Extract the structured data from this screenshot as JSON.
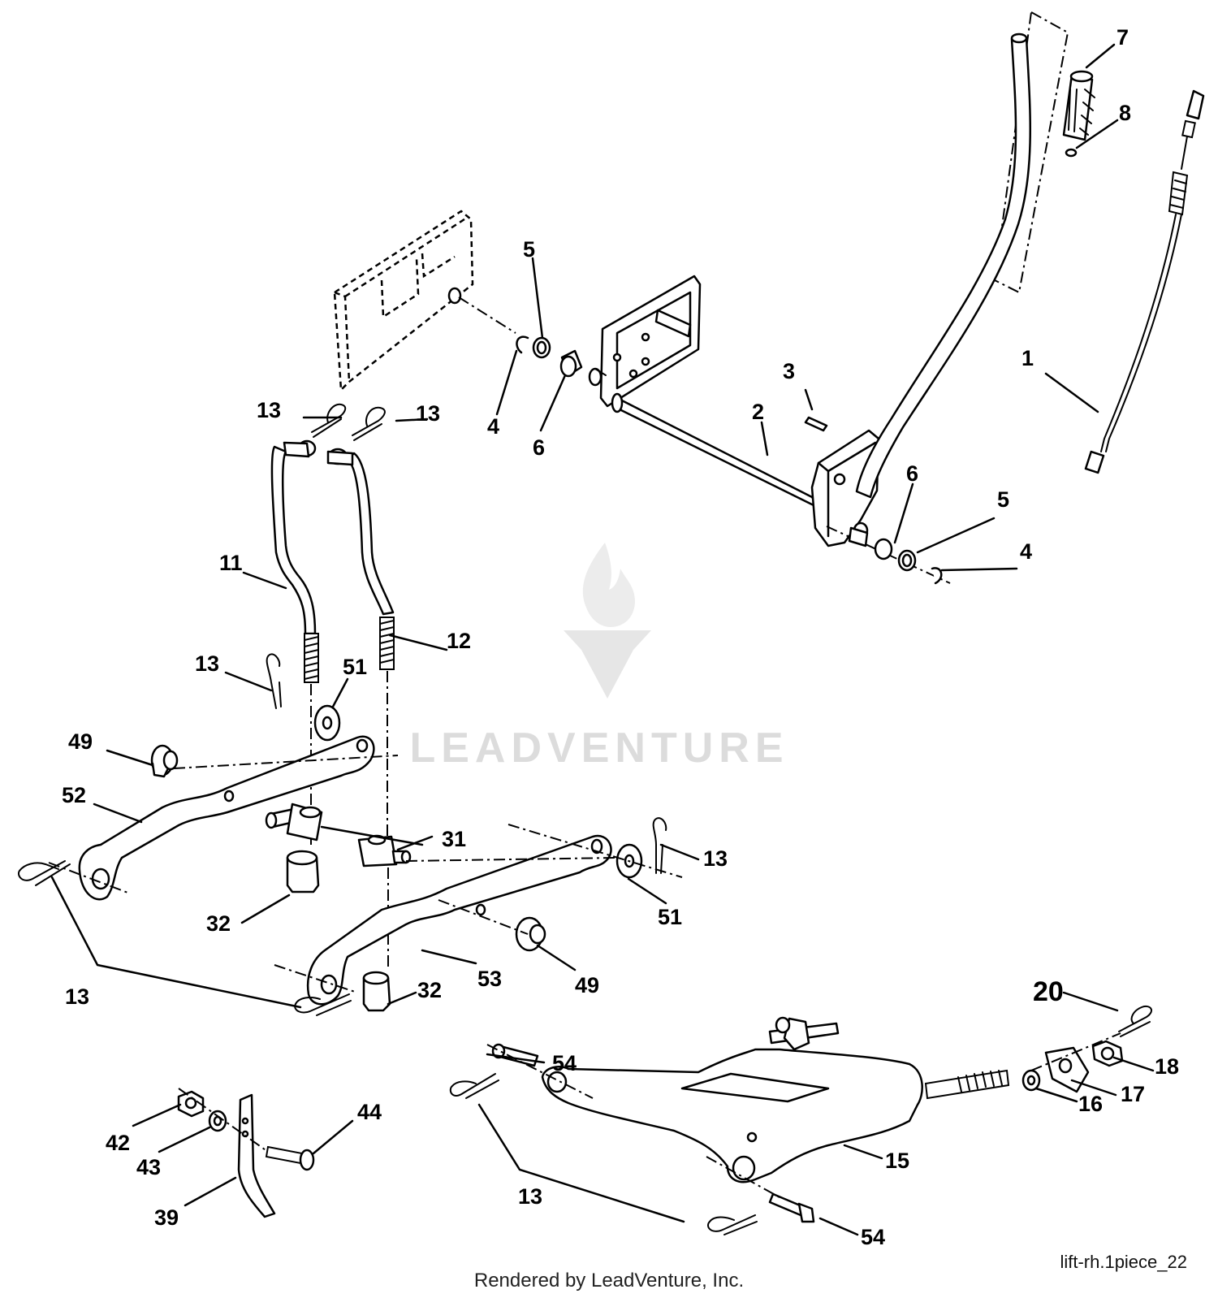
{
  "watermark": {
    "text": "LEADVENTURE"
  },
  "footer": {
    "rendered_by": "Rendered by LeadVenture, Inc.",
    "figure_ref": "lift-rh.1piece_22"
  },
  "callouts": {
    "c1": "1",
    "c2": "2",
    "c3": "3",
    "c4a": "4",
    "c4b": "4",
    "c5a": "5",
    "c5b": "5",
    "c6a": "6",
    "c6b": "6",
    "c7": "7",
    "c8": "8",
    "c11": "11",
    "c12": "12",
    "c13a": "13",
    "c13b": "13",
    "c13c": "13",
    "c13d": "13",
    "c13e": "13",
    "c13f": "13",
    "c15": "15",
    "c16": "16",
    "c17": "17",
    "c18": "18",
    "c20": "20",
    "c31": "31",
    "c32a": "32",
    "c32b": "32",
    "c39": "39",
    "c42": "42",
    "c43": "43",
    "c44": "44",
    "c49a": "49",
    "c49b": "49",
    "c51a": "51",
    "c51b": "51",
    "c52": "52",
    "c53": "53",
    "c54a": "54",
    "c54b": "54"
  }
}
